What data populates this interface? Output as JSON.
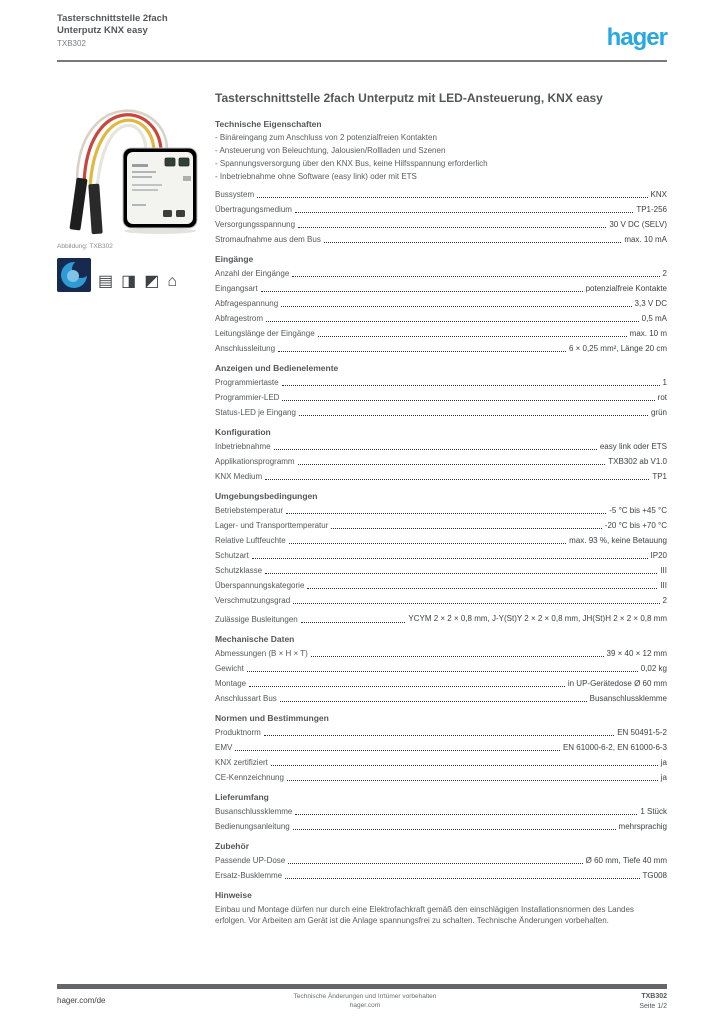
{
  "colors": {
    "brand_blue": "#29a8e0",
    "knx_navy": "#16294f",
    "knx_blue": "#2e9bd6",
    "text_gray": "#54575a",
    "footer_bar_gray": "#63666a"
  },
  "header": {
    "product_line1": "Tasterschnittstelle 2fach",
    "product_line2": "Unterputz KNX easy",
    "ref": "TXB302",
    "logo_text": "hager"
  },
  "left": {
    "image_caption": "Abbildung: TXB302",
    "icons": [
      {
        "name": "wiring-icon",
        "glyph": "▤"
      },
      {
        "name": "module-icon",
        "glyph": "◨"
      },
      {
        "name": "mounting-icon",
        "glyph": "◩"
      },
      {
        "name": "building-icon",
        "glyph": "⌂"
      }
    ]
  },
  "main": {
    "title": "Tasterschnittstelle 2fach Unterputz mit LED-Ansteuerung, KNX easy",
    "sections": [
      {
        "title": "Technische Eigenschaften",
        "bullets": [
          "Binäreingang zum Anschluss von 2 potenzialfreien Kontakten",
          "Ansteuerung von Beleuchtung, Jalousien/Rollladen und Szenen",
          "Spannungsversorgung über den KNX Bus, keine Hilfsspannung erforderlich",
          "Inbetriebnahme ohne Software (easy link) oder mit ETS"
        ]
      },
      {
        "rows": [
          {
            "label": "Bussystem",
            "value": "KNX"
          },
          {
            "label": "Übertragungsmedium",
            "value": "TP1-256"
          },
          {
            "label": "Versorgungsspannung",
            "value": "30 V DC (SELV)"
          },
          {
            "label": "Stromaufnahme aus dem Bus",
            "value": "max. 10 mA"
          }
        ]
      },
      {
        "title": "Eingänge",
        "rows": [
          {
            "label": "Anzahl der Eingänge",
            "value": "2"
          },
          {
            "label": "Eingangsart",
            "value": "potenzialfreie Kontakte"
          },
          {
            "label": "Abfragespannung",
            "value": "3,3 V DC"
          },
          {
            "label": "Abfragestrom",
            "value": "0,5 mA"
          },
          {
            "label": "Leitungslänge der Eingänge",
            "value": "max. 10 m"
          },
          {
            "label": "Anschlussleitung",
            "value": "6 × 0,25 mm², Länge 20 cm"
          }
        ]
      },
      {
        "title": "Anzeigen und Bedienelemente",
        "rows": [
          {
            "label": "Programmiertaste",
            "value": "1"
          },
          {
            "label": "Programmier-LED",
            "value": "rot"
          },
          {
            "label": "Status-LED je Eingang",
            "value": "grün"
          }
        ]
      },
      {
        "title": "Konfiguration",
        "rows": [
          {
            "label": "Inbetriebnahme",
            "value": "easy link oder ETS"
          },
          {
            "label": "Applikationsprogramm",
            "value": "TXB302 ab V1.0"
          },
          {
            "label": "KNX Medium",
            "value": "TP1"
          }
        ]
      },
      {
        "title": "Umgebungsbedingungen",
        "rows": [
          {
            "label": "Betriebstemperatur",
            "value": "-5 °C bis +45 °C"
          },
          {
            "label": "Lager- und Transporttemperatur",
            "value": "-20 °C bis +70 °C"
          },
          {
            "label": "Relative Luftfeuchte",
            "value": "max. 93 %, keine Betauung"
          },
          {
            "label": "Schutzart",
            "value": "IP20"
          },
          {
            "label": "Schutzklasse",
            "value": "III"
          },
          {
            "label": "Überspannungskategorie",
            "value": "III"
          },
          {
            "label": "Verschmutzungsgrad",
            "value": "2"
          }
        ]
      },
      {
        "rows": [
          {
            "label": "Zulässige Busleitungen",
            "value": "YCYM 2 × 2 × 0,8 mm, J-Y(St)Y 2 × 2 × 0,8 mm, JH(St)H 2 × 2 × 0,8 mm",
            "wrap": true
          }
        ]
      },
      {
        "title": "Mechanische Daten",
        "rows": [
          {
            "label": "Abmessungen (B × H × T)",
            "value": "39 × 40 × 12 mm"
          },
          {
            "label": "Gewicht",
            "value": "0,02 kg"
          },
          {
            "label": "Montage",
            "value": "in UP-Gerätedose Ø 60 mm"
          },
          {
            "label": "Anschlussart Bus",
            "value": "Busanschlussklemme"
          }
        ]
      },
      {
        "title": "Normen und Bestimmungen",
        "rows": [
          {
            "label": "Produktnorm",
            "value": "EN 50491-5-2"
          },
          {
            "label": "EMV",
            "value": "EN 61000-6-2, EN 61000-6-3"
          },
          {
            "label": "KNX zertifiziert",
            "value": "ja"
          },
          {
            "label": "CE-Kennzeichnung",
            "value": "ja"
          }
        ]
      },
      {
        "title": "Lieferumfang",
        "rows": [
          {
            "label": "Busanschlussklemme",
            "value": "1 Stück"
          },
          {
            "label": "Bedienungsanleitung",
            "value": "mehrsprachig"
          }
        ]
      },
      {
        "title": "Zubehör",
        "rows": [
          {
            "label": "Passende UP-Dose",
            "value": "Ø 60 mm, Tiefe 40 mm"
          },
          {
            "label": "Ersatz-Busklemme",
            "value": "TG008"
          }
        ]
      },
      {
        "title": "Hinweise",
        "text": "Einbau und Montage dürfen nur durch eine Elektrofachkraft gemäß den einschlägigen Installationsnormen des Landes erfolgen. Vor Arbeiten am Gerät ist die Anlage spannungsfrei zu schalten. Technische Änderungen vorbehalten."
      }
    ]
  },
  "footer": {
    "link": "hager.com/de",
    "note_line1": "Technische Änderungen und Irrtümer vorbehalten",
    "note_line2": "hager.com",
    "ref": "TXB302",
    "page": "Seite 1/2"
  }
}
